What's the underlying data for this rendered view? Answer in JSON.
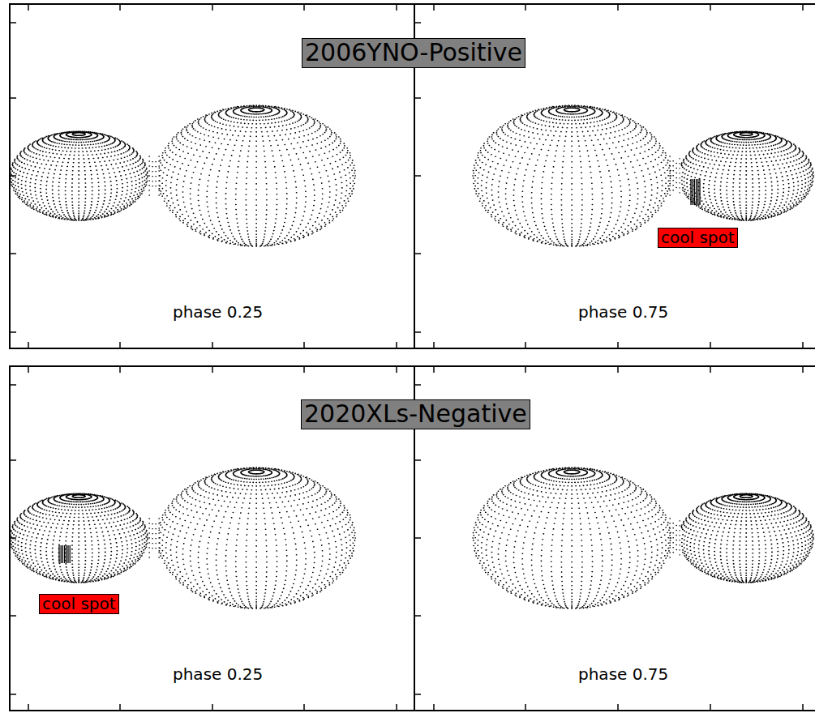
{
  "diagram": {
    "nodes": [
      {
        "text": [
          "2006YNO-Positive"
        ]
      },
      {
        "text": [
          "cool spot"
        ]
      },
      {
        "text": [
          "2020XLs-Negative"
        ]
      },
      {
        "text": [
          "cool spot"
        ]
      }
    ],
    "labels": [
      "phase 0.25",
      "phase 0.75",
      "phase 0.25",
      "phase 0.75"
    ]
  }
}
